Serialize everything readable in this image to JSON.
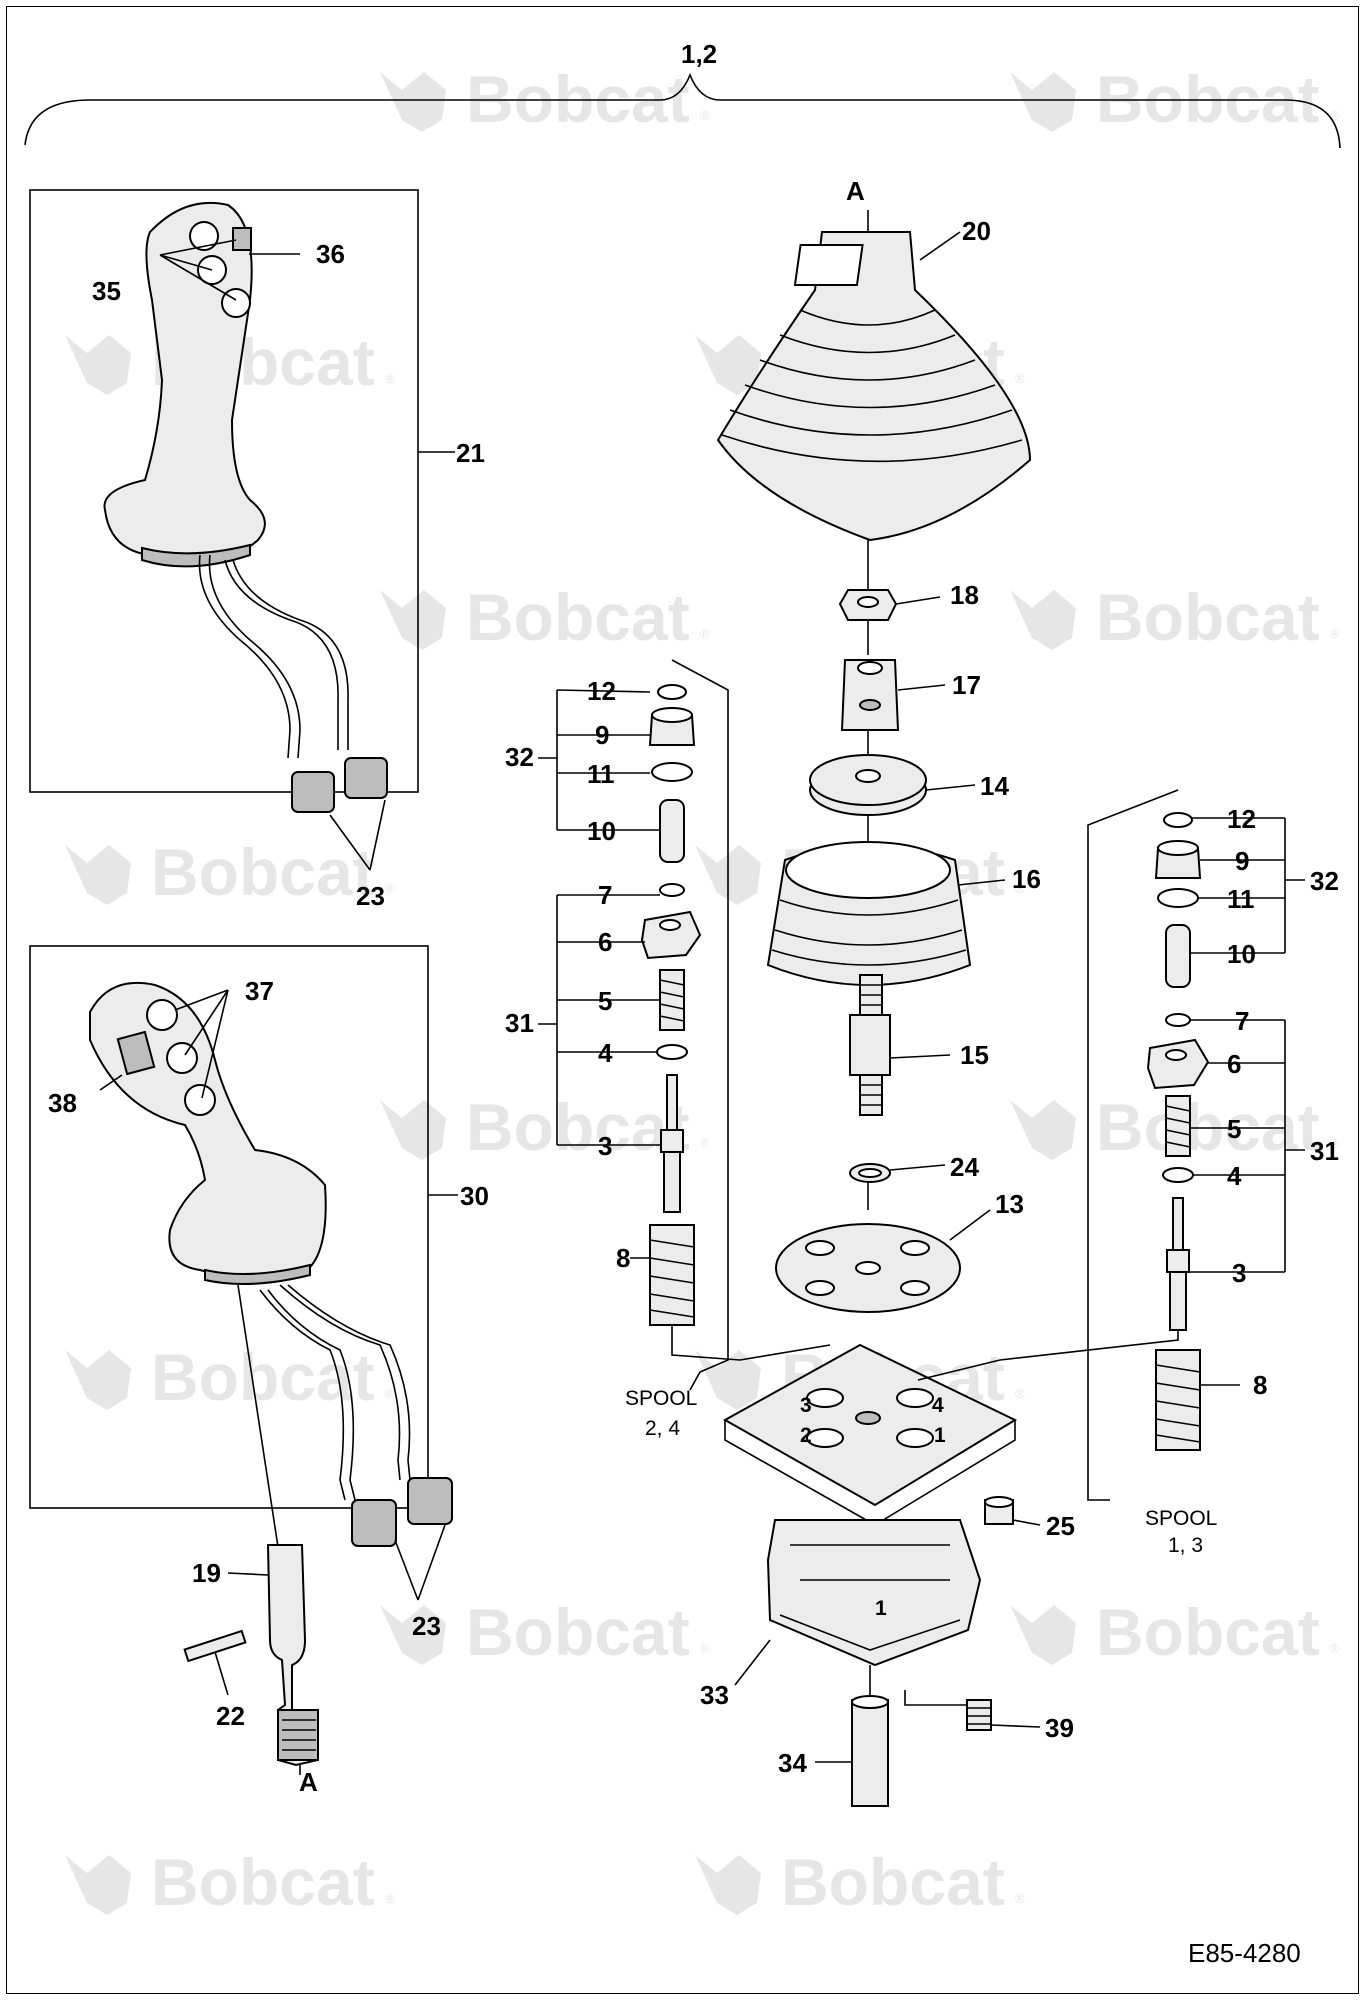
{
  "diagram": {
    "header_callout": "1,2",
    "figure_code": "E85-4280",
    "watermark": "Bobcat",
    "watermark_mark": "®",
    "callouts": {
      "c3L": "3",
      "c4L": "4",
      "c5L": "5",
      "c6L": "6",
      "c7L": "7",
      "c8L": "8",
      "c9L": "9",
      "c10L": "10",
      "c11L": "11",
      "c12L": "12",
      "c31L": "31",
      "c32L": "32",
      "c3R": "3",
      "c4R": "4",
      "c5R": "5",
      "c6R": "6",
      "c7R": "7",
      "c8R": "8",
      "c9R": "9",
      "c10R": "10",
      "c11R": "11",
      "c12R": "12",
      "c31R": "31",
      "c32R": "32",
      "c13": "13",
      "c14": "14",
      "c15": "15",
      "c16": "16",
      "c17": "17",
      "c18": "18",
      "c19": "19",
      "c20": "20",
      "c21": "21",
      "c22": "22",
      "c23a": "23",
      "c23b": "23",
      "c24": "24",
      "c25": "25",
      "c30": "30",
      "c33": "33",
      "c34": "34",
      "c35": "35",
      "c36": "36",
      "c37": "37",
      "c38": "38",
      "c39": "39"
    },
    "point_labels": {
      "top": "A",
      "bottom": "A"
    },
    "spool_left": {
      "title": "SPOOL",
      "ports": "2, 4"
    },
    "spool_right": {
      "title": "SPOOL",
      "ports": "1, 3"
    },
    "port_numbers": {
      "p1": "1",
      "p2": "2",
      "p3": "3",
      "p4": "4"
    },
    "body_mark": "1"
  }
}
